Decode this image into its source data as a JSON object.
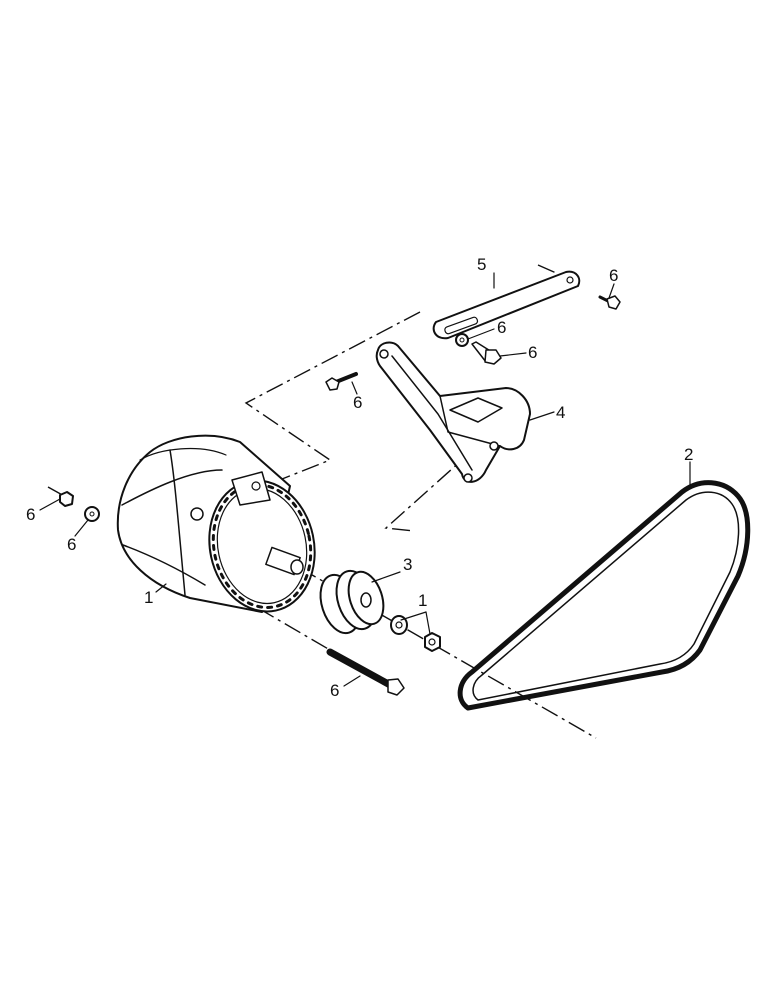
{
  "diagram": {
    "callouts": [
      {
        "id": "alternator",
        "label": "1"
      },
      {
        "id": "washer-nut",
        "label": "1"
      },
      {
        "id": "v-belt",
        "label": "2"
      },
      {
        "id": "pulley",
        "label": "3"
      },
      {
        "id": "mounting-bracket",
        "label": "4"
      },
      {
        "id": "adjusting-strap",
        "label": "5"
      },
      {
        "id": "bolt-strap",
        "label": "6"
      },
      {
        "id": "washer-strap",
        "label": "6"
      },
      {
        "id": "bolt-bracket-right",
        "label": "6"
      },
      {
        "id": "bolt-bracket-left",
        "label": "6"
      },
      {
        "id": "nut-left",
        "label": "6"
      },
      {
        "id": "washer-left",
        "label": "6"
      },
      {
        "id": "long-bolt",
        "label": "6"
      }
    ]
  }
}
